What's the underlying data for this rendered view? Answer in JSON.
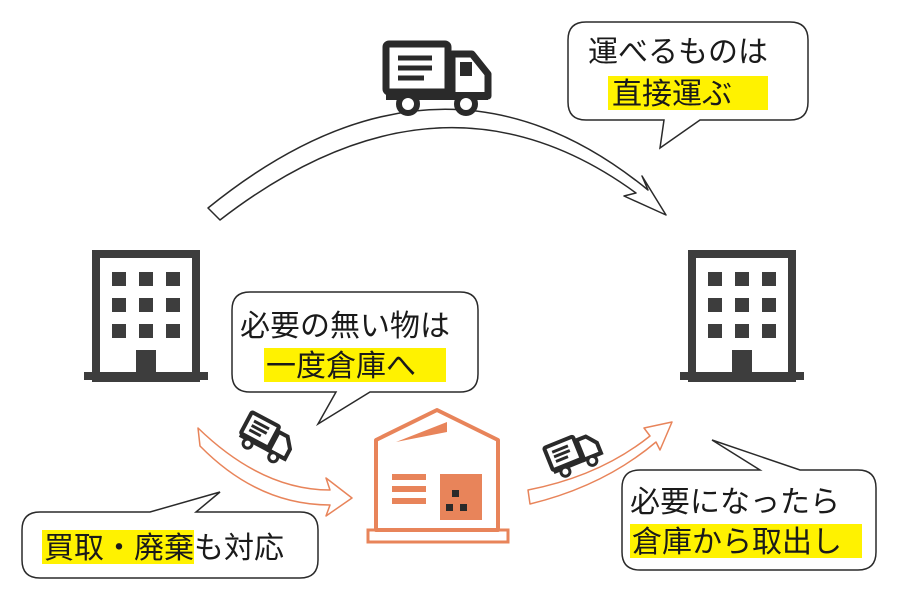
{
  "bubbles": {
    "direct": {
      "line1": "運べるものは",
      "line2": "直接運ぶ"
    },
    "storage": {
      "line1": "必要の無い物は",
      "line2": "一度倉庫へ"
    },
    "buyback": {
      "highlight": "買取・廃棄",
      "rest": "も対応"
    },
    "retrieve": {
      "line1": "必要になったら",
      "line2": "倉庫から取出し"
    }
  },
  "colors": {
    "building": "#3d3d3d",
    "warehouse": "#e8845a",
    "outline": "#2a2a2a",
    "highlight": "#fff200"
  },
  "icons": {
    "truck_large": "truck-icon",
    "truck_small": "truck-icon",
    "building": "office-building-icon",
    "warehouse": "warehouse-icon"
  }
}
